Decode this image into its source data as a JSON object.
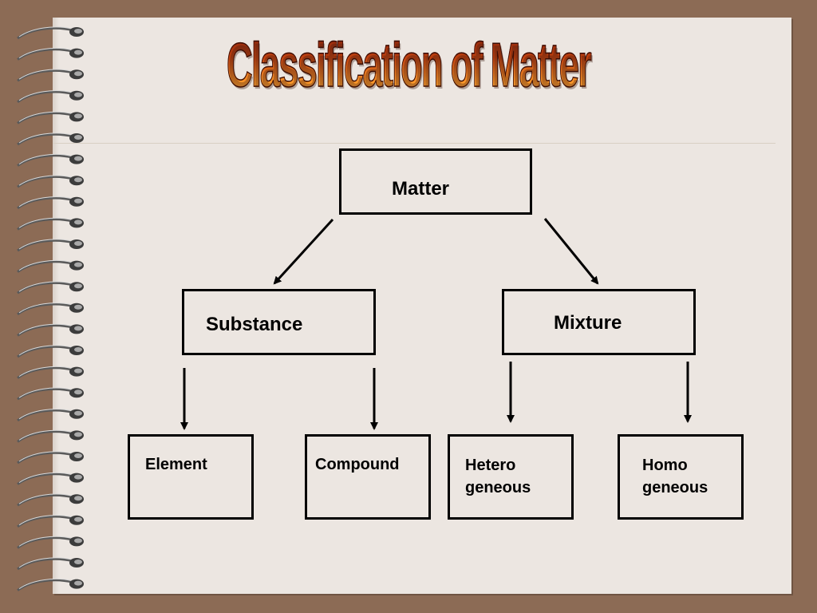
{
  "title": "Classification of Matter",
  "nodes": {
    "matter": "Matter",
    "substance": "Substance",
    "mixture": "Mixture",
    "element": "Element",
    "compound": "Compound",
    "heterogeneous": "Hetero\ngeneous",
    "homogeneous": "Homo\ngeneous"
  },
  "colors": {
    "background": "#8c6b55",
    "paper": "#ece6e1",
    "title_dark": "#7a1a0a",
    "title_light": "#ff9a2a"
  }
}
